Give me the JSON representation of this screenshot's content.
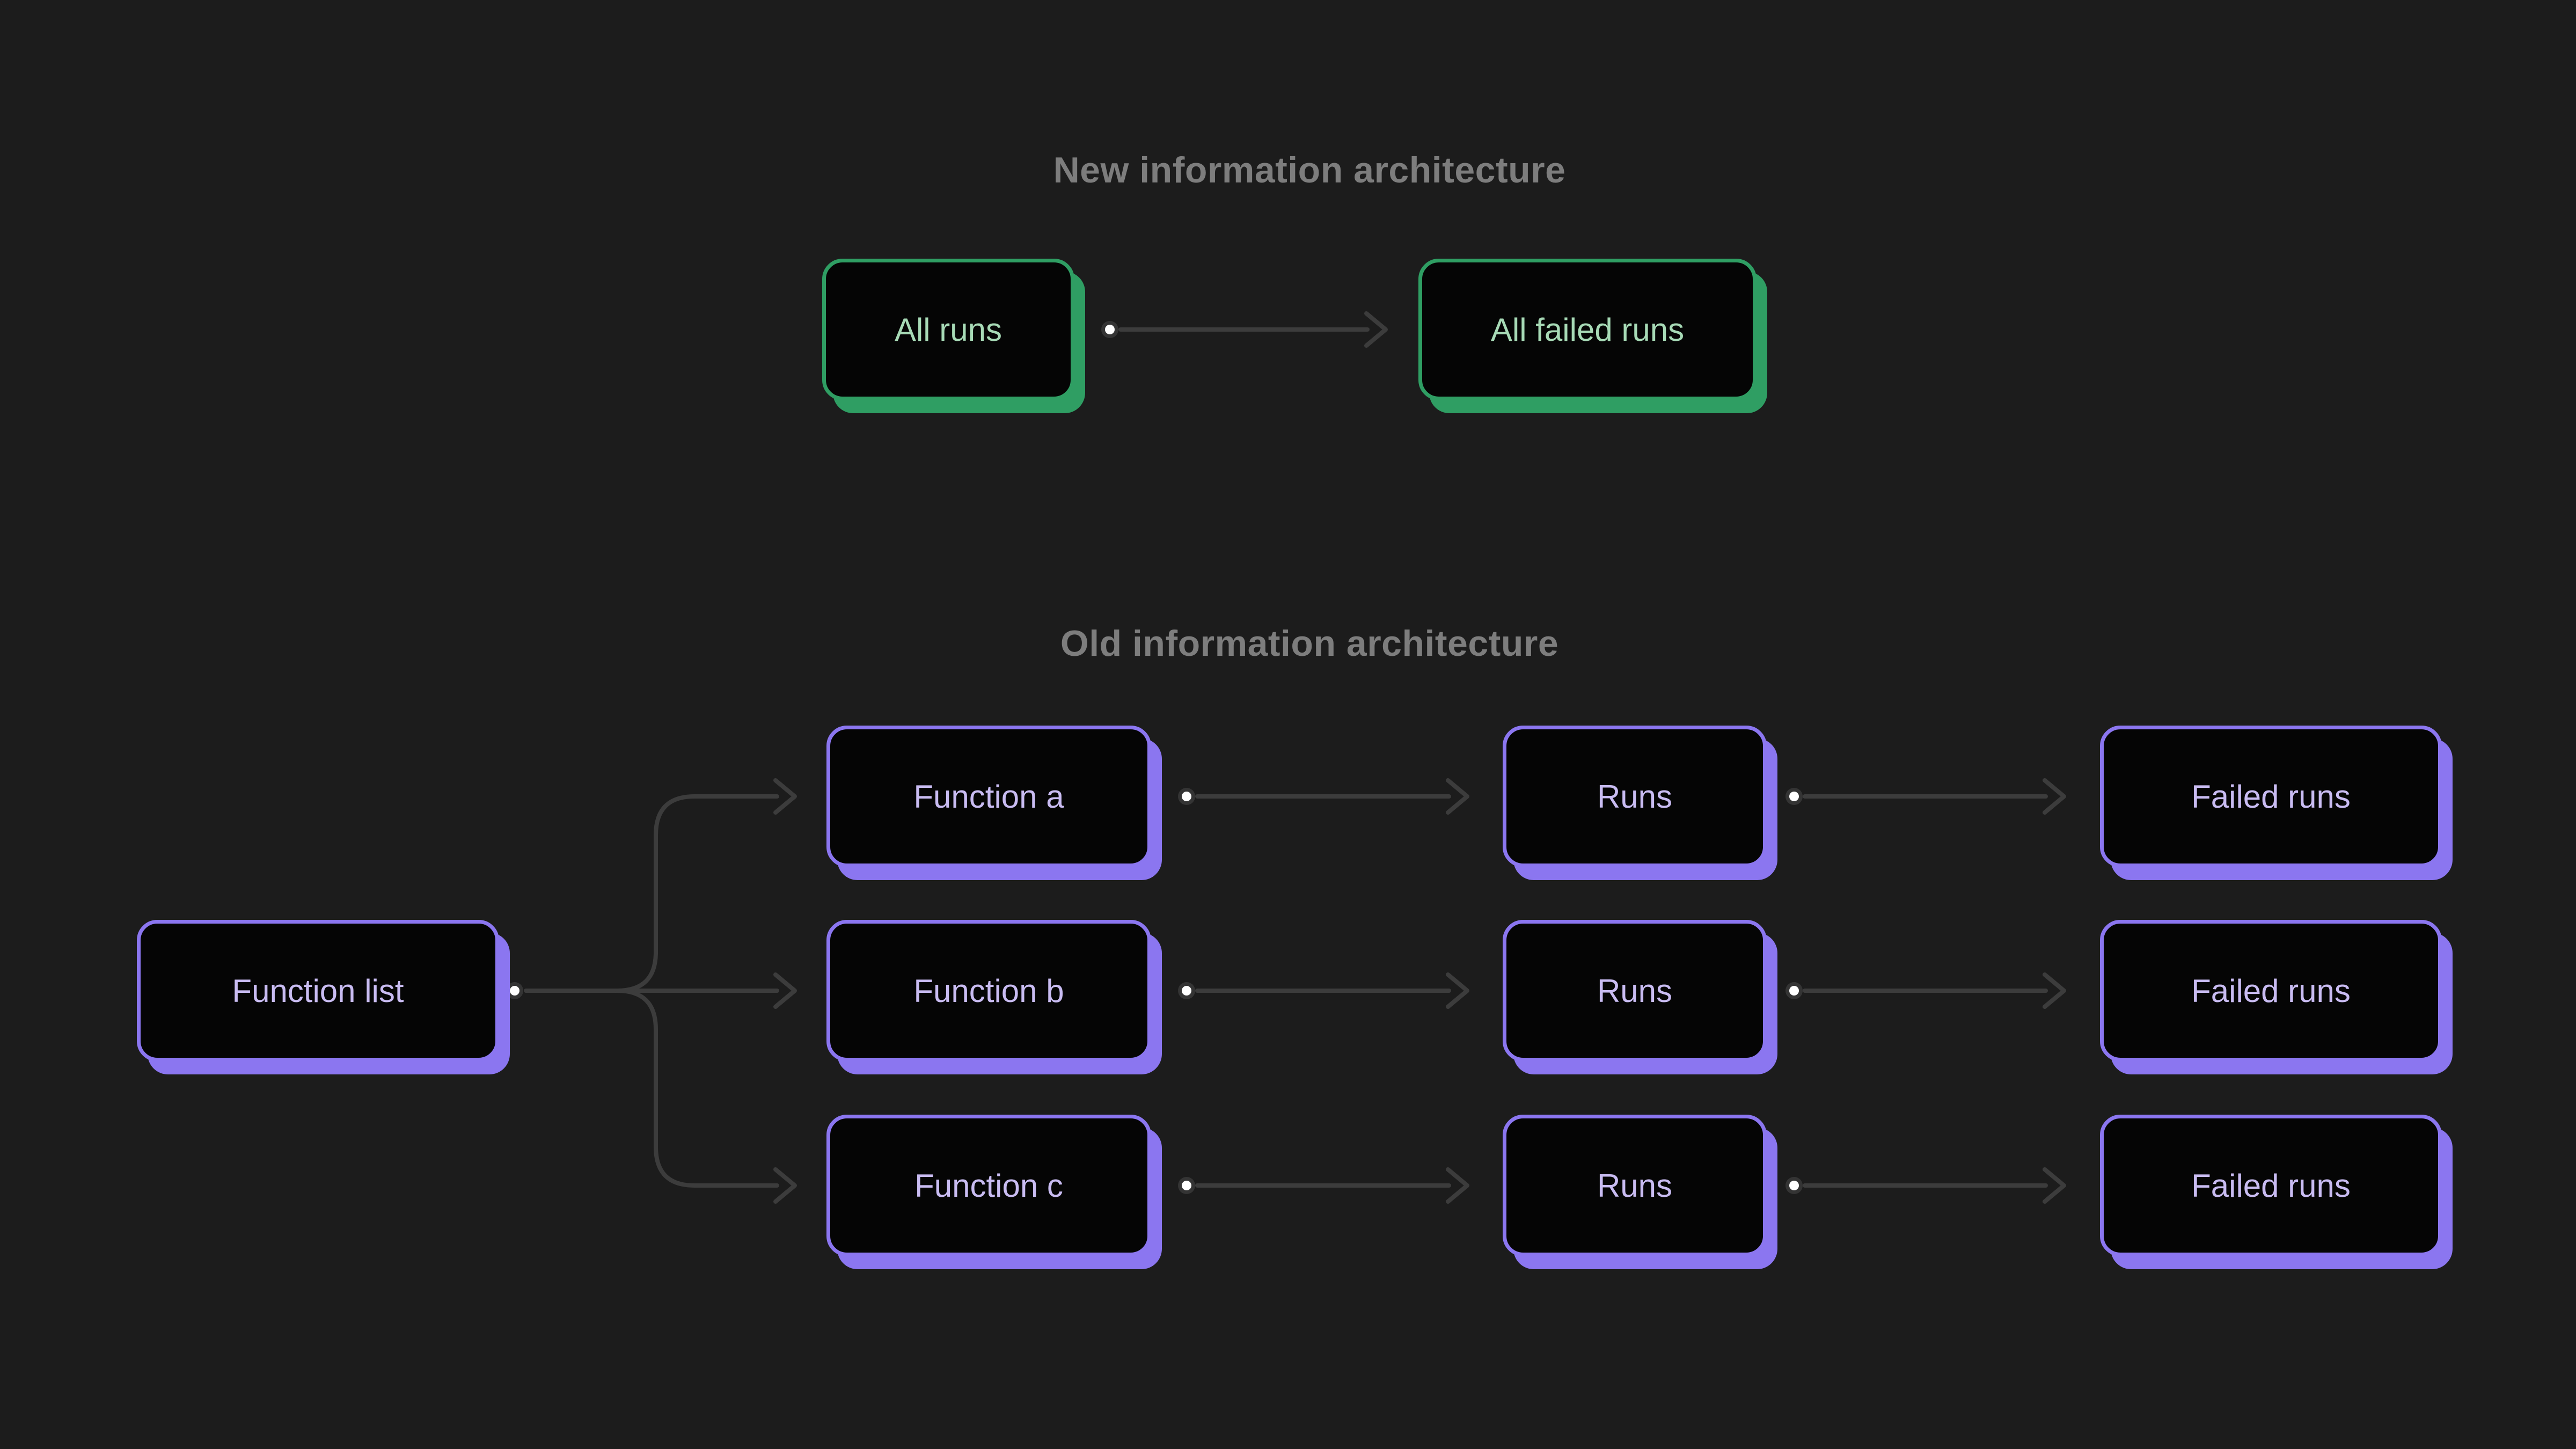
{
  "page": {
    "background_color": "#1c1c1c",
    "connector_line_color": "#3c3c3c",
    "connector_dot_fill": "#ffffff",
    "connector_dot_ring": "#343434",
    "title_color": "#7d7d7d"
  },
  "new_architecture": {
    "title": "New information architecture",
    "accent_color": "#2f9e63",
    "label_color": "#a7dab6",
    "nodes": {
      "all_runs": {
        "label": "All runs"
      },
      "all_failed_runs": {
        "label": "All failed runs"
      }
    },
    "edges": [
      {
        "from": "All runs",
        "to": "All failed runs"
      }
    ]
  },
  "old_architecture": {
    "title": "Old information architecture",
    "accent_color": "#8b76f0",
    "label_color": "#c9bcf2",
    "nodes": {
      "function_list": {
        "label": "Function list"
      },
      "function_a": {
        "label": "Function a"
      },
      "function_b": {
        "label": "Function b"
      },
      "function_c": {
        "label": "Function c"
      },
      "runs_a": {
        "label": "Runs"
      },
      "runs_b": {
        "label": "Runs"
      },
      "runs_c": {
        "label": "Runs"
      },
      "failed_runs_a": {
        "label": "Failed runs"
      },
      "failed_runs_b": {
        "label": "Failed runs"
      },
      "failed_runs_c": {
        "label": "Failed runs"
      }
    },
    "edges": [
      {
        "from": "Function list",
        "to": "Function a"
      },
      {
        "from": "Function list",
        "to": "Function b"
      },
      {
        "from": "Function list",
        "to": "Function c"
      },
      {
        "from": "Function a",
        "to": "Runs"
      },
      {
        "from": "Function b",
        "to": "Runs"
      },
      {
        "from": "Function c",
        "to": "Runs"
      },
      {
        "from": "Runs",
        "to": "Failed runs"
      },
      {
        "from": "Runs",
        "to": "Failed runs"
      },
      {
        "from": "Runs",
        "to": "Failed runs"
      }
    ]
  }
}
